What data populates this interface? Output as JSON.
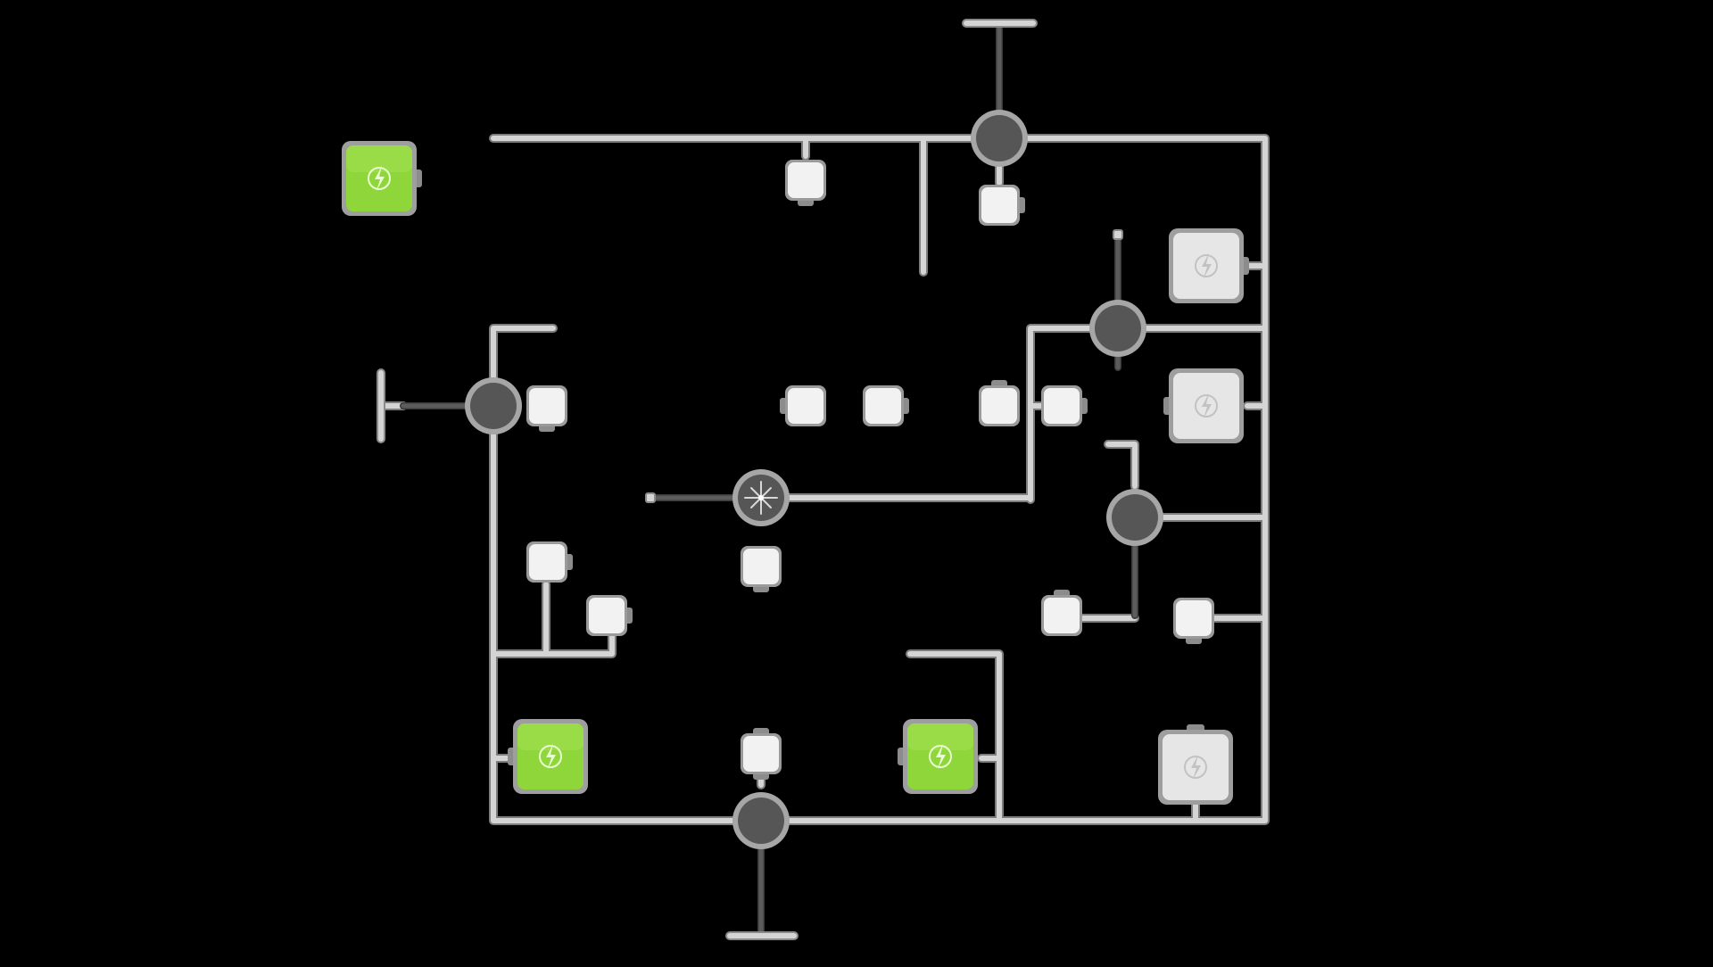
{
  "colors": {
    "background": "#000000",
    "pipe_powered": "#d4d4d4",
    "pipe_unpowered": "#5c5c5c",
    "pipe_outline": "#8a8a8a",
    "node_fill": "#595959",
    "node_ring": "#a6a6a6",
    "block_fill": "#ececec",
    "source_lit": "#8ed63a",
    "source_dark": "#e6e6e6"
  },
  "game": {
    "power_sources": [
      {
        "id": "source-top-left",
        "lit": true,
        "icon": "lightning-circle-icon"
      },
      {
        "id": "source-right-1",
        "lit": false,
        "icon": "lightning-circle-icon"
      },
      {
        "id": "source-right-2",
        "lit": false,
        "icon": "lightning-circle-icon"
      },
      {
        "id": "source-bottom-left",
        "lit": true,
        "icon": "lightning-circle-icon"
      },
      {
        "id": "source-bottom-middle",
        "lit": true,
        "icon": "lightning-circle-icon"
      },
      {
        "id": "source-bottom-right",
        "lit": false,
        "icon": "lightning-circle-icon"
      }
    ],
    "junction_nodes": [
      "node-top",
      "node-right-upper",
      "node-left",
      "node-right-lower",
      "node-bottom"
    ],
    "hub_node": {
      "icon": "compass-star-icon"
    }
  }
}
